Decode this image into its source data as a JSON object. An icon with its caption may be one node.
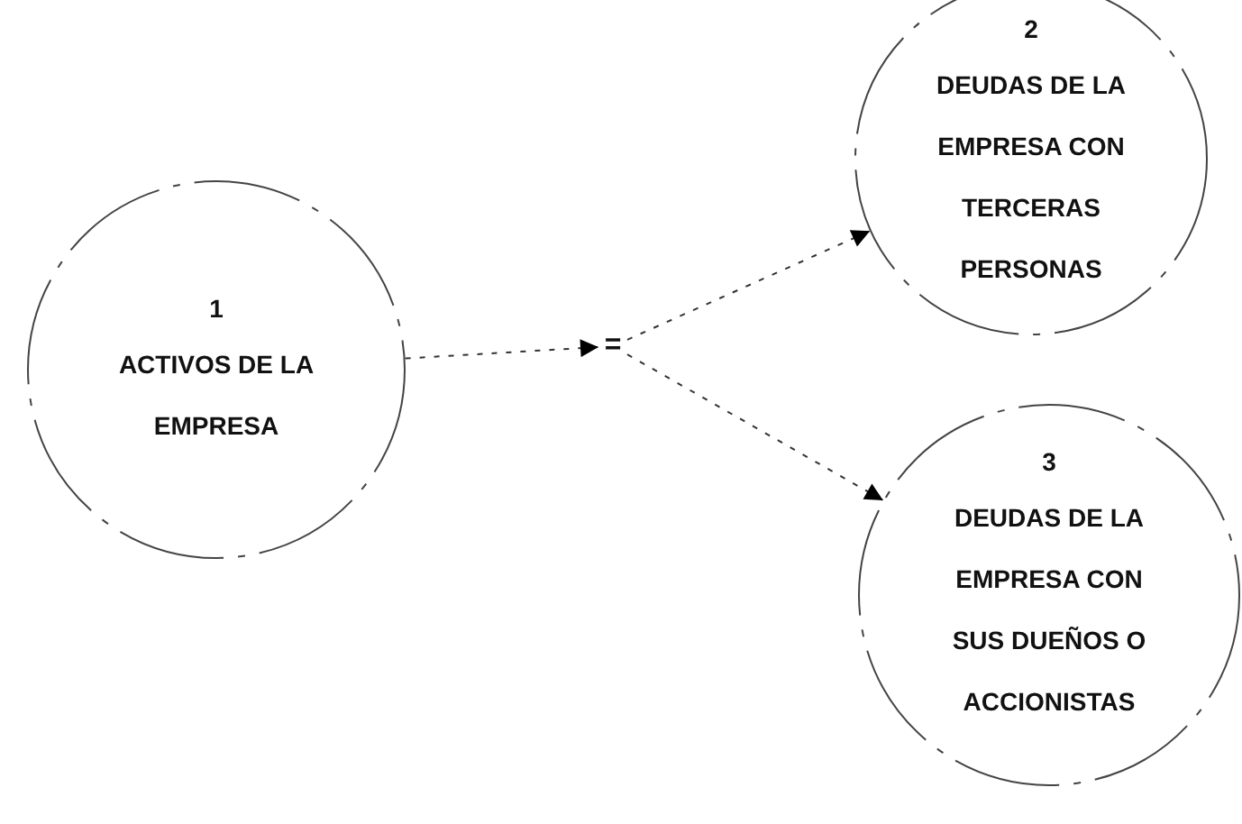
{
  "diagram": {
    "nodes": [
      {
        "text": [
          "1",
          "ACTIVOS DE LA EMPRESA"
        ]
      },
      {
        "text": [
          "="
        ]
      },
      {
        "text": [
          "2",
          "DEUDAS DE LA EMPRESA CON TERCERAS PERSONAS"
        ]
      },
      {
        "text": [
          "3",
          "DEUDAS DE LA EMPRESA CON SUS DUEÑOS O ACCIONISTAS"
        ]
      }
    ],
    "edges": [
      {
        "from": 0,
        "to": 1,
        "arrow": "to"
      },
      {
        "from": 1,
        "to": 2,
        "arrow": "to"
      },
      {
        "from": 1,
        "to": 3,
        "arrow": "to"
      }
    ]
  }
}
